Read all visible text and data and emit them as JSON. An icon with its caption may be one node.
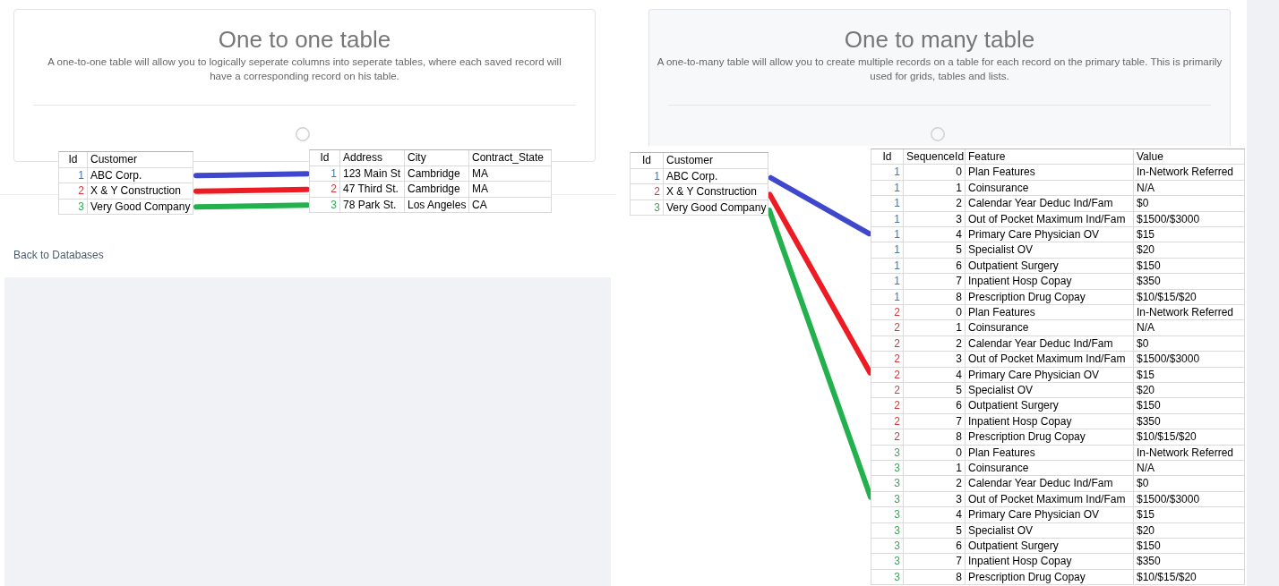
{
  "diagram": {
    "nodes": [
      {
        "text": [
          "One to one table",
          "A one-to-one table will allow you to logically seperate columns into seperate tables, where each saved record will have a corresponding record on his table."
        ]
      },
      {
        "text": [
          "Id",
          "Customer"
        ]
      },
      {
        "text": [
          "1",
          "ABC Corp."
        ],
        "in": 1
      },
      {
        "text": [
          "2",
          "X & Y Construction"
        ],
        "in": 1
      },
      {
        "text": [
          "3",
          "Very Good Company"
        ],
        "in": 1
      },
      {
        "text": [
          "Id",
          "Address",
          "City",
          "Contract_State"
        ]
      },
      {
        "text": [
          "1",
          "123 Main St",
          "Cambridge",
          "MA"
        ],
        "in": 5
      },
      {
        "text": [
          "2",
          "47 Third St.",
          "Cambridge",
          "MA"
        ],
        "in": 5
      },
      {
        "text": [
          "3",
          "78 Park St.",
          "Los Angeles",
          "CA"
        ],
        "in": 5
      },
      {
        "text": [
          "One to many table",
          "A one-to-many table will allow you to create multiple records on a table for each record on the primary table. This is primarily used for grids, tables and lists."
        ]
      },
      {
        "text": [
          "Id",
          "Customer"
        ]
      },
      {
        "text": [
          "1",
          "ABC Corp."
        ],
        "in": 10
      },
      {
        "text": [
          "2",
          "X & Y Construction"
        ],
        "in": 10
      },
      {
        "text": [
          "3",
          "Very Good Company"
        ],
        "in": 10
      },
      {
        "text": [
          "Id",
          "SequenceId",
          "Feature",
          "Value"
        ]
      },
      {
        "text": [
          "1",
          "0",
          "Plan Features",
          "In-Network Referred"
        ],
        "in": 14
      },
      {
        "text": [
          "1",
          "1",
          "Coinsurance",
          "N/A"
        ],
        "in": 14
      },
      {
        "text": [
          "1",
          "2",
          "Calendar Year Deduc Ind/Fam",
          "$0"
        ],
        "in": 14
      },
      {
        "text": [
          "1",
          "3",
          "Out of Pocket Maximum Ind/Fam",
          "$1500/$3000"
        ],
        "in": 14
      },
      {
        "text": [
          "1",
          "4",
          "Primary Care Physician OV",
          "$15"
        ],
        "in": 14
      },
      {
        "text": [
          "1",
          "5",
          "Specialist OV",
          "$20"
        ],
        "in": 14
      },
      {
        "text": [
          "1",
          "6",
          "Outpatient Surgery",
          "$150"
        ],
        "in": 14
      },
      {
        "text": [
          "1",
          "7",
          "Inpatient Hosp Copay",
          "$350"
        ],
        "in": 14
      },
      {
        "text": [
          "1",
          "8",
          "Prescription Drug Copay",
          "$10/$15/$20"
        ],
        "in": 14
      },
      {
        "text": [
          "2",
          "0",
          "Plan Features",
          "In-Network Referred"
        ],
        "in": 14
      },
      {
        "text": [
          "2",
          "1",
          "Coinsurance",
          "N/A"
        ],
        "in": 14
      },
      {
        "text": [
          "2",
          "2",
          "Calendar Year Deduc Ind/Fam",
          "$0"
        ],
        "in": 14
      },
      {
        "text": [
          "2",
          "3",
          "Out of Pocket Maximum Ind/Fam",
          "$1500/$3000"
        ],
        "in": 14
      },
      {
        "text": [
          "2",
          "4",
          "Primary Care Physician OV",
          "$15"
        ],
        "in": 14
      },
      {
        "text": [
          "2",
          "5",
          "Specialist OV",
          "$20"
        ],
        "in": 14
      },
      {
        "text": [
          "2",
          "6",
          "Outpatient Surgery",
          "$150"
        ],
        "in": 14
      },
      {
        "text": [
          "2",
          "7",
          "Inpatient Hosp Copay",
          "$350"
        ],
        "in": 14
      },
      {
        "text": [
          "2",
          "8",
          "Prescription Drug Copay",
          "$10/$15/$20"
        ],
        "in": 14
      },
      {
        "text": [
          "3",
          "0",
          "Plan Features",
          "In-Network Referred"
        ],
        "in": 14
      },
      {
        "text": [
          "3",
          "1",
          "Coinsurance",
          "N/A"
        ],
        "in": 14
      },
      {
        "text": [
          "3",
          "2",
          "Calendar Year Deduc Ind/Fam",
          "$0"
        ],
        "in": 14
      },
      {
        "text": [
          "3",
          "3",
          "Out of Pocket Maximum Ind/Fam",
          "$1500/$3000"
        ],
        "in": 14
      },
      {
        "text": [
          "3",
          "4",
          "Primary Care Physician OV",
          "$15"
        ],
        "in": 14
      },
      {
        "text": [
          "3",
          "5",
          "Specialist OV",
          "$20"
        ],
        "in": 14
      },
      {
        "text": [
          "3",
          "6",
          "Outpatient Surgery",
          "$150"
        ],
        "in": 14
      },
      {
        "text": [
          "3",
          "7",
          "Inpatient Hosp Copay",
          "$350"
        ],
        "in": 14
      },
      {
        "text": [
          "3",
          "8",
          "Prescription Drug Copay",
          "$10/$15/$20"
        ],
        "in": 14
      }
    ],
    "edges": [
      {
        "from": 2,
        "to": 6,
        "arrow": "none",
        "color": "#3f48cc"
      },
      {
        "from": 3,
        "to": 7,
        "arrow": "none",
        "color": "#ed1c24"
      },
      {
        "from": 4,
        "to": 8,
        "arrow": "none",
        "color": "#22b14c"
      },
      {
        "from": 11,
        "to": 19,
        "arrow": "none",
        "color": "#3f48cc"
      },
      {
        "from": 12,
        "to": 28,
        "arrow": "none",
        "color": "#ed1c24"
      },
      {
        "from": 13,
        "to": 36,
        "arrow": "none",
        "color": "#22b14c"
      }
    ],
    "labels": [
      "Back to Databases"
    ]
  }
}
